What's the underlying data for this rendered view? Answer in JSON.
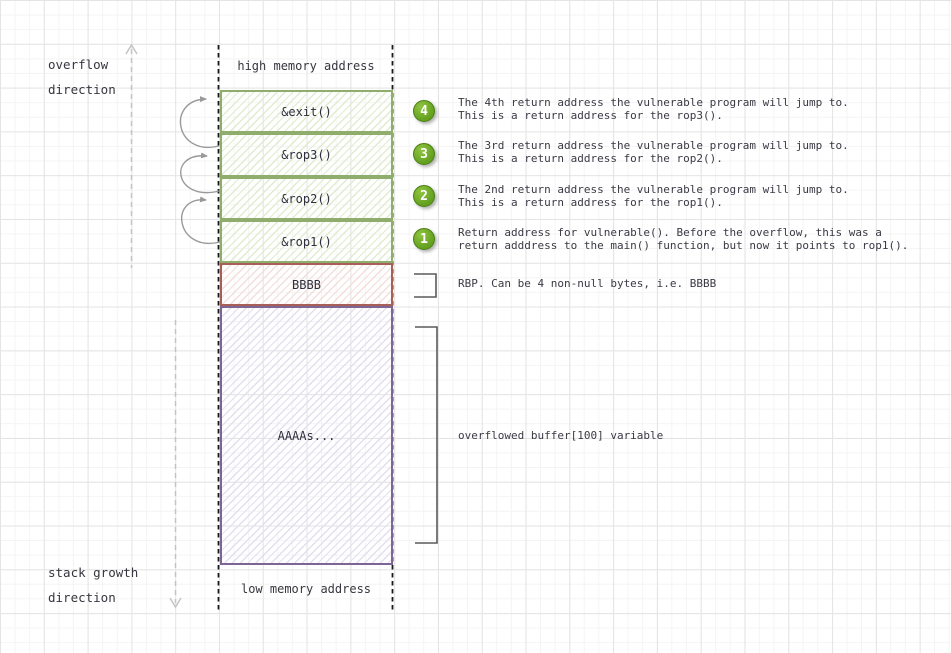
{
  "labels": {
    "overflow_direction": "overflow\ndirection",
    "stack_growth_direction": "stack growth\ndirection"
  },
  "stack": {
    "top_label": "high memory address",
    "bottom_label": "low memory address",
    "cells": [
      {
        "id": "exit",
        "label": "&exit()",
        "type": "green"
      },
      {
        "id": "rop3",
        "label": "&rop3()",
        "type": "green"
      },
      {
        "id": "rop2",
        "label": "&rop2()",
        "type": "green"
      },
      {
        "id": "rop1",
        "label": "&rop1()",
        "type": "green"
      },
      {
        "id": "rbp",
        "label": "BBBB",
        "type": "red"
      },
      {
        "id": "buffer",
        "label": "AAAAs...",
        "type": "purple"
      }
    ]
  },
  "notes": [
    {
      "number": "4",
      "text": "The 4th return address the vulnerable program will jump to.\nThis is a return address for the rop3()."
    },
    {
      "number": "3",
      "text": "The 3rd return address the vulnerable program will jump to.\nThis is a return address for the rop2()."
    },
    {
      "number": "2",
      "text": "The 2nd return address the vulnerable program will jump to.\nThis is a return address for the rop1()."
    },
    {
      "number": "1",
      "text": "Return address for vulnerable(). Before the overflow, this was a\nreturn adddress to the main() function, but now it points to rop1()."
    }
  ],
  "annotations": {
    "rbp_note": "RBP. Can be 4 non-null bytes, i.e. BBBB",
    "buffer_note": "overflowed buffer[100] variable"
  },
  "colors": {
    "green_border": "#8fae6d",
    "green_hatch": "#dfeccf",
    "red_border": "#a85f58",
    "red_hatch": "#f4ded9",
    "purple_border": "#7d6596",
    "purple_hatch": "#e3dfee",
    "badge_green": "#63a01f",
    "badge_green_light": "#8fc441",
    "badge_border": "#4a7d14",
    "ink": "#36363f",
    "arrow": "#999999",
    "guide": "#c4c4c4",
    "boundary": "#1a1a1a",
    "bracket": "#5a5a5a"
  }
}
